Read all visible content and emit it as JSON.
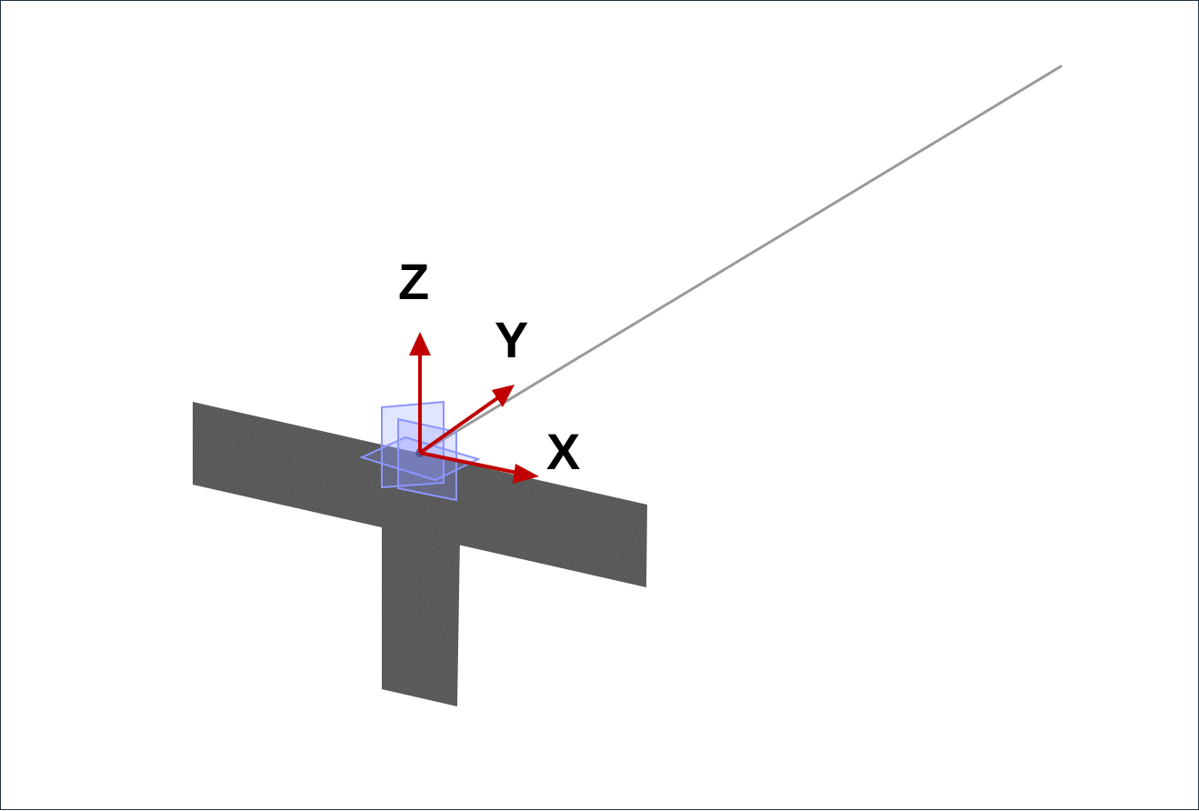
{
  "axes": {
    "x_label": "X",
    "y_label": "Y",
    "z_label": "Z"
  },
  "colors": {
    "background": "#ffffff",
    "border": "#1f3344",
    "section": "#4a4a4a",
    "line": "#9a9a9a",
    "arrow": "#c00000",
    "plane": "#8c96ff",
    "label": "#000000"
  }
}
